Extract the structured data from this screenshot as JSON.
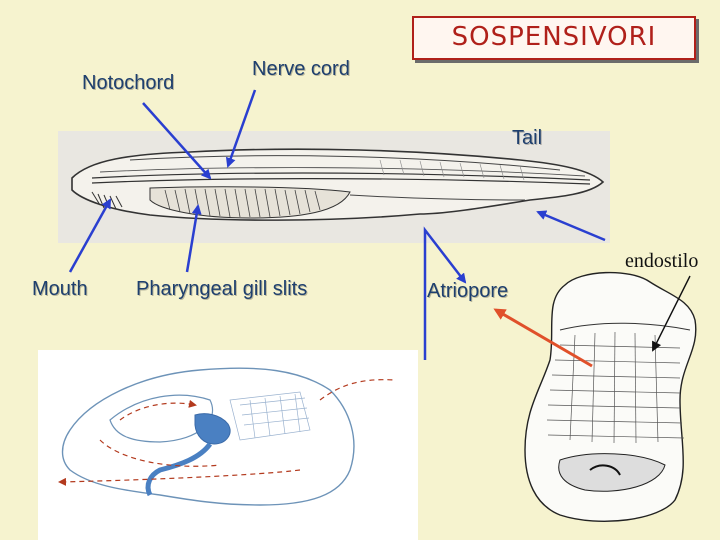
{
  "title": "SOSPENSIVORI",
  "labels": {
    "notochord": "Notochord",
    "nerve_cord": "Nerve cord",
    "tail": "Tail",
    "endostilo": "endostilo",
    "mouth": "Mouth",
    "pharyngeal_gill_slits": "Pharyngeal gill slits",
    "atriopore": "Atriopore"
  },
  "colors": {
    "background": "#f6f3cf",
    "label_text": "#1e3f6e",
    "pointer_arrow": "#2a3fd0",
    "title_border": "#b0201a",
    "atriopore_arrow": "#e0502a",
    "ascidian_arrows": "#b33a1e"
  }
}
